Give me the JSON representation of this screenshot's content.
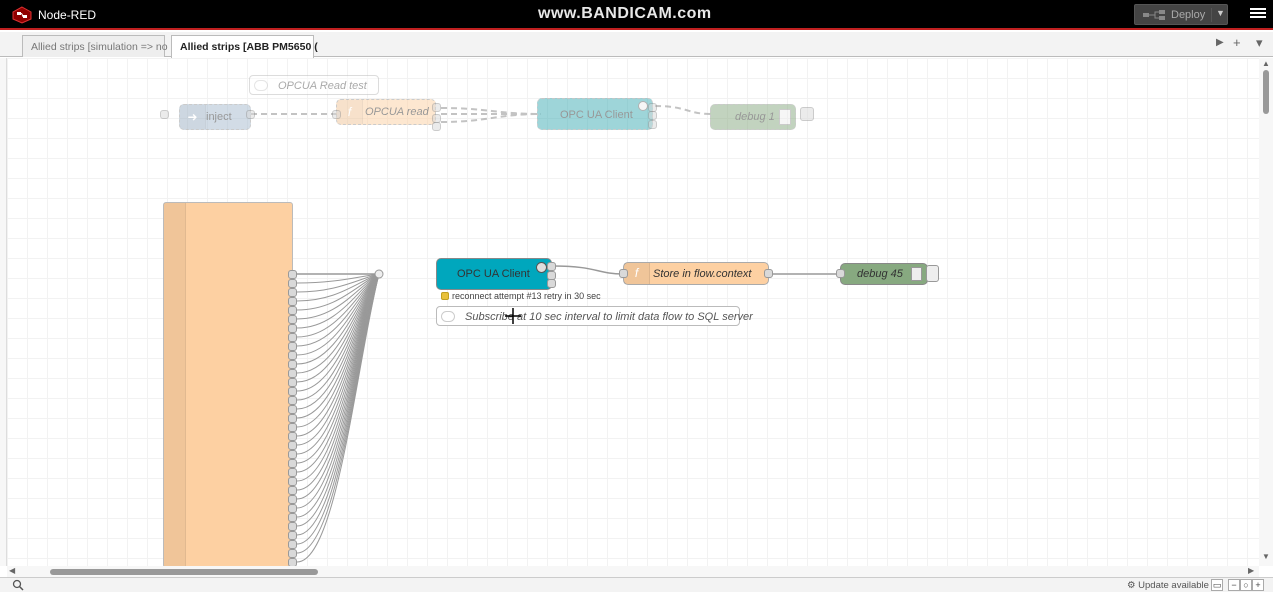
{
  "header": {
    "app_title": "Node-RED",
    "watermark": "www.BANDICAM.com",
    "deploy_label": "Deploy"
  },
  "tabs": [
    {
      "label": "Allied strips [simulation => no",
      "active": false
    },
    {
      "label": "Allied strips [ABB PM5650 (",
      "active": true
    }
  ],
  "tab_controls": {
    "scroll": "▶",
    "add": "+",
    "list": "▾"
  },
  "nodes": {
    "comment_top": "OPCUA Read test",
    "inject": "inject",
    "opcua_read": "OPCUA read",
    "opcua_client_top": "OPC UA Client",
    "debug_top": "debug 1",
    "opcua_client_main": "OPC UA Client",
    "store_context": "Store in flow.context",
    "debug_main": "debug 45",
    "client_status": "reconnect attempt #13 retry in 30 sec",
    "comment_main": "Subscribe at 10 sec interval to limit data flow to SQL server"
  },
  "footer": {
    "update_status": "Update available",
    "zoom_out": "−",
    "zoom_reset": "○",
    "zoom_in": "+"
  },
  "colors": {
    "opcua_client": "#3fadb5",
    "function": "#fdd0a2",
    "debug": "#87a980",
    "inject": "#a6bbcf",
    "header_accent": "#c02020"
  }
}
